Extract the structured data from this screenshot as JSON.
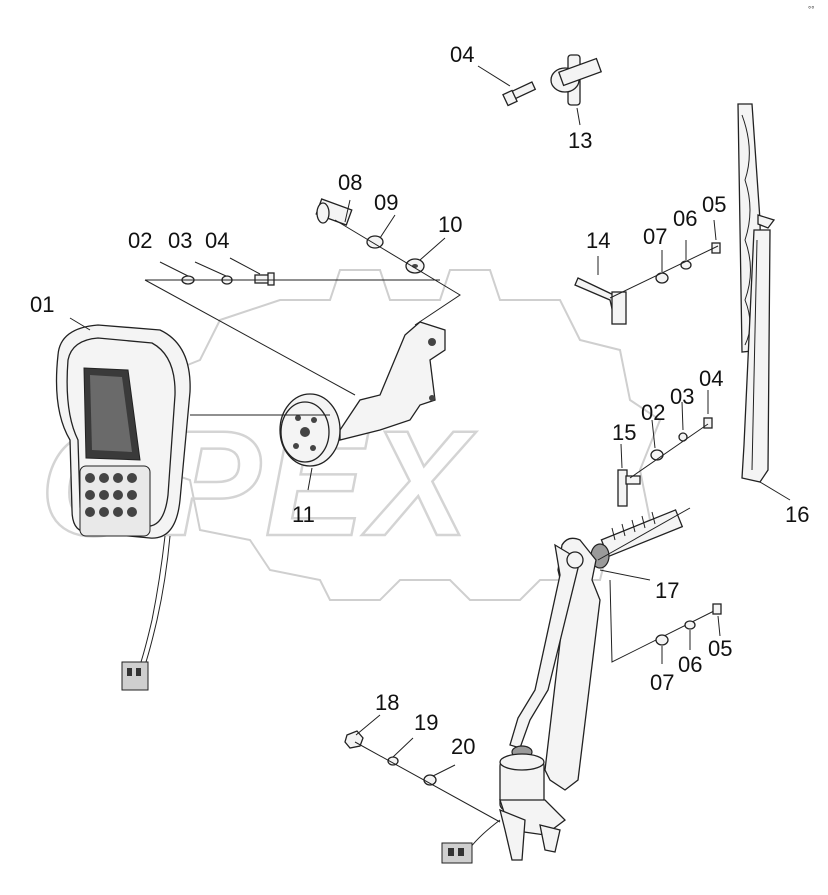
{
  "watermark": "OPEX",
  "corner_mark": "°°",
  "labels": {
    "l_01": "01",
    "l_02a": "02",
    "l_03a": "03",
    "l_04a": "04",
    "l_04b": "04",
    "l_13": "13",
    "l_08": "08",
    "l_09": "09",
    "l_10": "10",
    "l_11": "11",
    "l_14": "14",
    "l_07a": "07",
    "l_06a": "06",
    "l_05a": "05",
    "l_15": "15",
    "l_02b": "02",
    "l_03b": "03",
    "l_04c": "04",
    "l_16": "16",
    "l_17": "17",
    "l_07b": "07",
    "l_06b": "06",
    "l_05b": "05",
    "l_18": "18",
    "l_19": "19",
    "l_20": "20"
  }
}
